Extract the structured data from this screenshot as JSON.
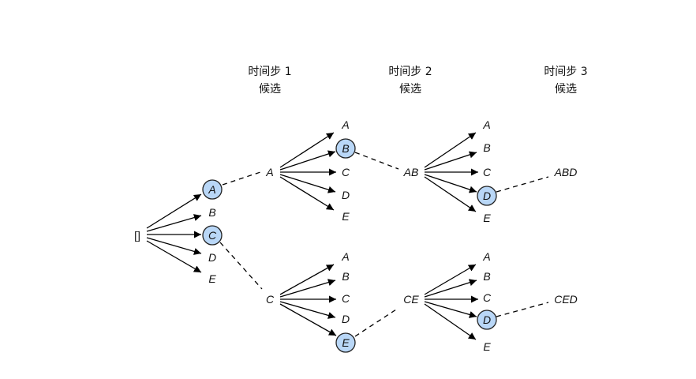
{
  "headers": [
    {
      "line1": "时间步 1",
      "line2": "候选"
    },
    {
      "line1": "时间步 2",
      "line2": "候选"
    },
    {
      "line1": "时间步 3",
      "line2": "候选"
    }
  ],
  "root": "[]",
  "step1_candidates": [
    "A",
    "B",
    "C",
    "D",
    "E"
  ],
  "step1_selected": [
    "A",
    "C"
  ],
  "step1_kept": [
    "A",
    "C"
  ],
  "step2_upper_candidates": [
    "A",
    "B",
    "C",
    "D",
    "E"
  ],
  "step2_upper_selected": "B",
  "step2_lower_candidates": [
    "A",
    "B",
    "C",
    "D",
    "E"
  ],
  "step2_lower_selected": "E",
  "step2_kept": [
    "AB",
    "CE"
  ],
  "step3_upper_candidates": [
    "A",
    "B",
    "C",
    "D",
    "E"
  ],
  "step3_upper_selected": "D",
  "step3_lower_candidates": [
    "A",
    "B",
    "C",
    "D",
    "E"
  ],
  "step3_lower_selected": "D",
  "step3_kept": [
    "ABD",
    "CED"
  ],
  "colors": {
    "selected_fill": "#b9d7f7",
    "line": "#000000"
  }
}
